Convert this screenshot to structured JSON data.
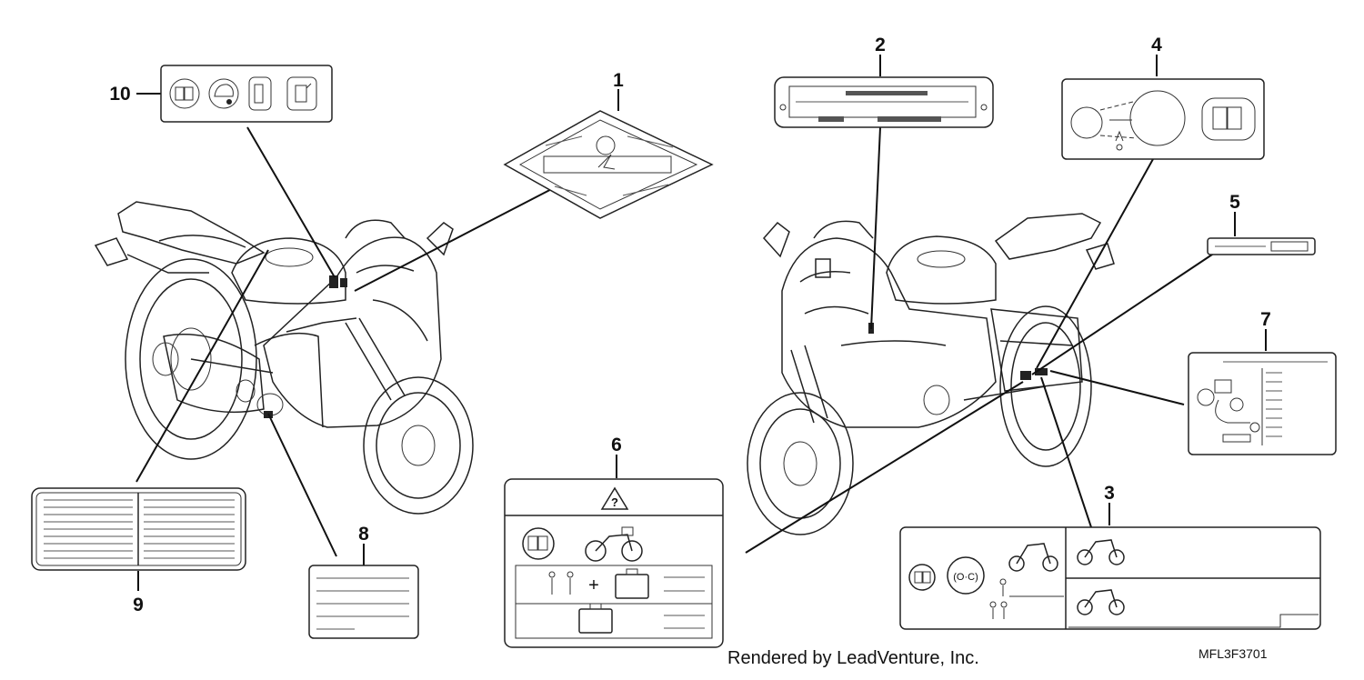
{
  "callouts": {
    "c1": "1",
    "c2": "2",
    "c3": "3",
    "c4": "4",
    "c5": "5",
    "c6": "6",
    "c7": "7",
    "c8": "8",
    "c9": "9",
    "c10": "10"
  },
  "footer": {
    "credit": "Rendered by LeadVenture, Inc.",
    "code": "MFL3F3701"
  },
  "icons": {
    "label_10": [
      "manual-book-icon",
      "helmet-icon",
      "fuel-pump-icon",
      "fuel-can-icon"
    ],
    "label_6": [
      "warning-triangle-icon",
      "manual-book-icon",
      "motorcycle-icon",
      "rider-passenger-icon",
      "luggage-icon"
    ],
    "label_3": [
      "manual-book-icon",
      "tire-pressure-icon",
      "motorcycle-icon",
      "rider-icon"
    ],
    "label_4": [
      "manual-book-icon",
      "adjuster-icon"
    ]
  }
}
